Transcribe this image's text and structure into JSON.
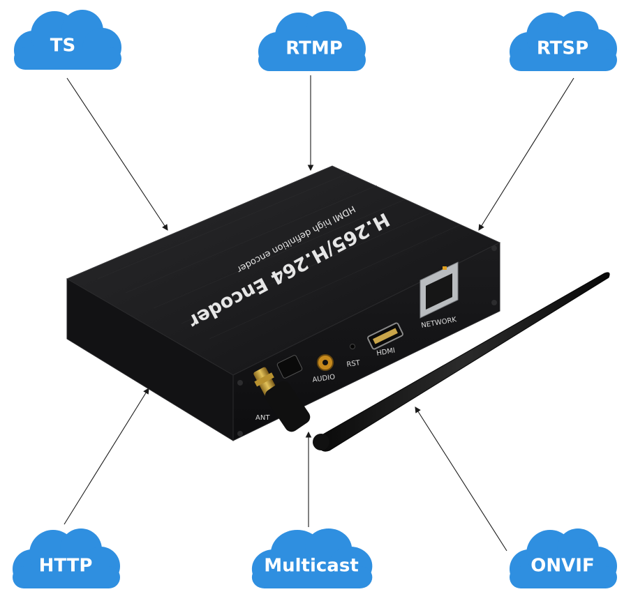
{
  "protocols": {
    "ts": "TS",
    "rtmp": "RTMP",
    "rtsp": "RTSP",
    "http": "HTTP",
    "multicast": "Multicast",
    "onvif": "ONVIF"
  },
  "device": {
    "title": "H.265/H.264 Encoder",
    "subtitle": "HDMI high definition encoder",
    "ports": {
      "antenna": "ANT",
      "audio": "AUDIO",
      "reset": "RST",
      "hdmi": "HDMI",
      "network": "NETWORK"
    }
  },
  "colors": {
    "cloud": "#2f8fe0",
    "cloud_label": "#ffffff",
    "device_body": "#1b1b1d",
    "antenna": "#141414",
    "connector": "#1a1a1a"
  }
}
